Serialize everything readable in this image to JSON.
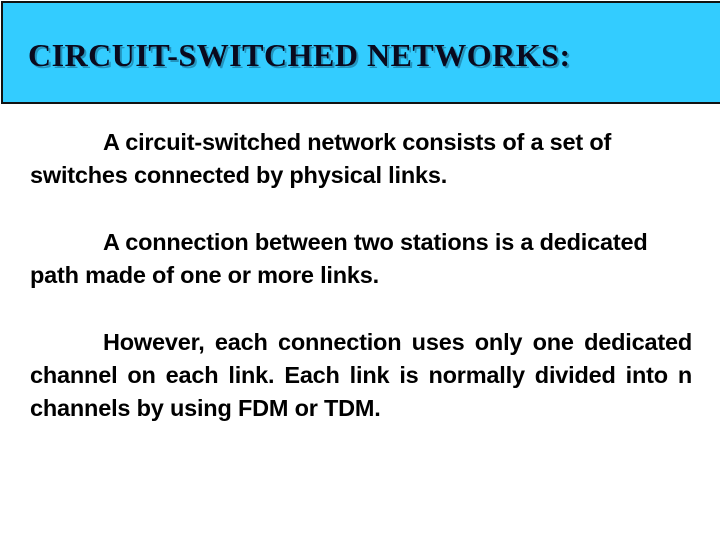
{
  "slide": {
    "title": "CIRCUIT-SWITCHED NETWORKS:",
    "paragraphs": {
      "p1": "A circuit-switched network consists of a set of switches connected by physical links.",
      "p2": "A connection between two stations is a dedicated path made of one or more links.",
      "p3": "However, each connection uses only one dedicated channel on each link. Each link is normally divided into n channels by using FDM or TDM."
    },
    "colors": {
      "header_bg": "#33ccff",
      "header_border": "#121212",
      "title_color": "#0a0a1e",
      "body_color": "#000000",
      "slide_bg": "#ffffff"
    }
  }
}
